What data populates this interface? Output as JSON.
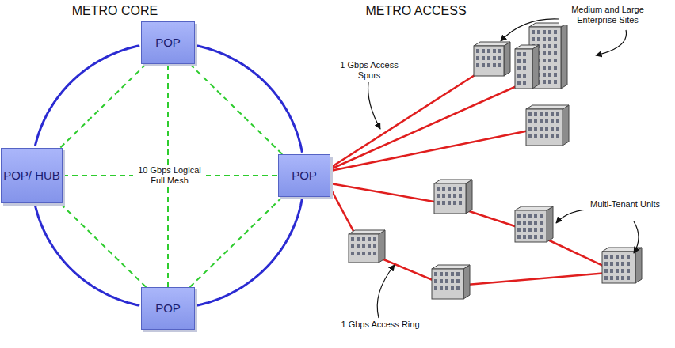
{
  "diagram": {
    "nodes": [
      {
        "text": [
          "POP"
        ]
      },
      {
        "text": [
          "POP/ HUB"
        ]
      },
      {
        "text": [
          "POP"
        ]
      },
      {
        "text": [
          "POP"
        ]
      }
    ],
    "edges": [
      {
        "from": 0,
        "to": 2,
        "arrow": "none"
      },
      {
        "from": 2,
        "to": 3,
        "arrow": "none"
      },
      {
        "from": 3,
        "to": 1,
        "arrow": "none"
      },
      {
        "from": 1,
        "to": 0,
        "arrow": "none"
      },
      {
        "from": 0,
        "to": 3,
        "arrow": "none"
      },
      {
        "from": 1,
        "to": 2,
        "arrow": "none"
      },
      {
        "from": 0,
        "to": 1,
        "arrow": "none"
      },
      {
        "from": 0,
        "to": 2,
        "arrow": "none"
      },
      {
        "from": 3,
        "to": 1,
        "arrow": "none"
      },
      {
        "from": 3,
        "to": 2,
        "arrow": "none"
      }
    ],
    "labels": [
      "METRO CORE",
      "METRO ACCESS",
      "10 Gbps Logical Full Mesh",
      "Medium and Large Enterprise Sites",
      "1 Gbps Access Spurs",
      "Multi-Tenant Units",
      "1 Gbps Access Ring"
    ]
  }
}
